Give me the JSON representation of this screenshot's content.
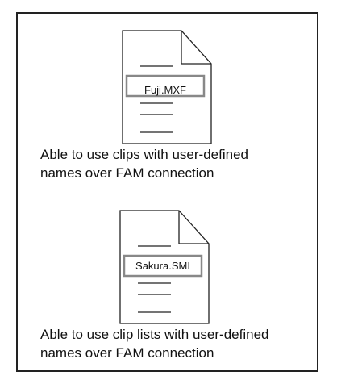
{
  "items": [
    {
      "filename": "Fuji.MXF",
      "caption_line1": "Able to use clips with user-defined",
      "caption_line2": "names over FAM connection"
    },
    {
      "filename": "Sakura.SMI",
      "caption_line1": "Able to use clip lists with user-defined",
      "caption_line2": "names over FAM connection"
    }
  ],
  "icons": [
    "file-document-icon",
    "file-document-icon"
  ],
  "colors": {
    "border": "#222222",
    "highlight_box": "#888888",
    "text": "#111111"
  }
}
